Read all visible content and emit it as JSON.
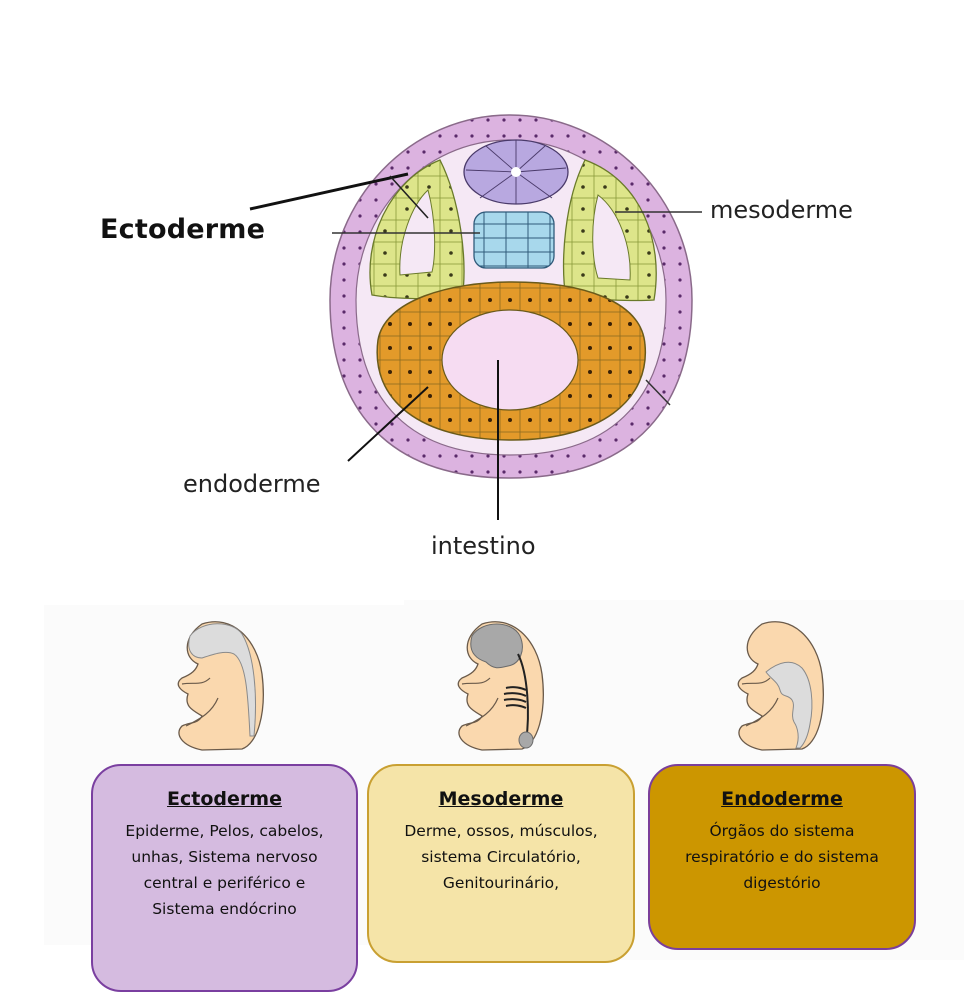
{
  "diagram": {
    "labels": {
      "ectoderm": "Ectoderme",
      "mesoderm": "mesoderme",
      "endoderm": "endoderme",
      "intestine": "intestino"
    },
    "structures": [
      "neural-tube",
      "notochord",
      "somite-left",
      "somite-right",
      "intestine-wall",
      "intestine-lumen"
    ],
    "colors": {
      "ectoderm": "#dcb3e0",
      "neural_tube": "#b8a8e0",
      "notochord": "#a8d8ec",
      "mesoderm": "#dde58a",
      "endoderm": "#e39a2a",
      "lumen": "#f6dcf2",
      "cavity": "#f5e8f5"
    }
  },
  "embryos": [
    {
      "name": "embryo-ectoderm",
      "highlight": "nervous system",
      "highlight_color": "#dcdcdc"
    },
    {
      "name": "embryo-mesoderm",
      "highlight": "skeleton and muscles",
      "highlight_color": "#a8a8a8"
    },
    {
      "name": "embryo-endoderm",
      "highlight": "digestive tract",
      "highlight_color": "#dcdcdc"
    }
  ],
  "boxes": [
    {
      "title": "Ectoderme",
      "lines": [
        "Epiderme, Pelos, cabelos,",
        "unhas, Sistema nervoso",
        "central e periférico e",
        "Sistema endócrino"
      ],
      "fill": "#d5bbe0",
      "border": "#7a3fa0"
    },
    {
      "title": "Mesoderme",
      "lines": [
        "Derme, ossos, músculos,",
        "sistema Circulatório,",
        "Genitourinário,"
      ],
      "fill": "#f5e4a8",
      "border": "#c9a032"
    },
    {
      "title": "Endoderme",
      "lines": [
        "Órgãos do sistema",
        "respiratório e do sistema",
        "digestório"
      ],
      "fill": "#cc9600",
      "border": "#7b3f9a"
    }
  ]
}
